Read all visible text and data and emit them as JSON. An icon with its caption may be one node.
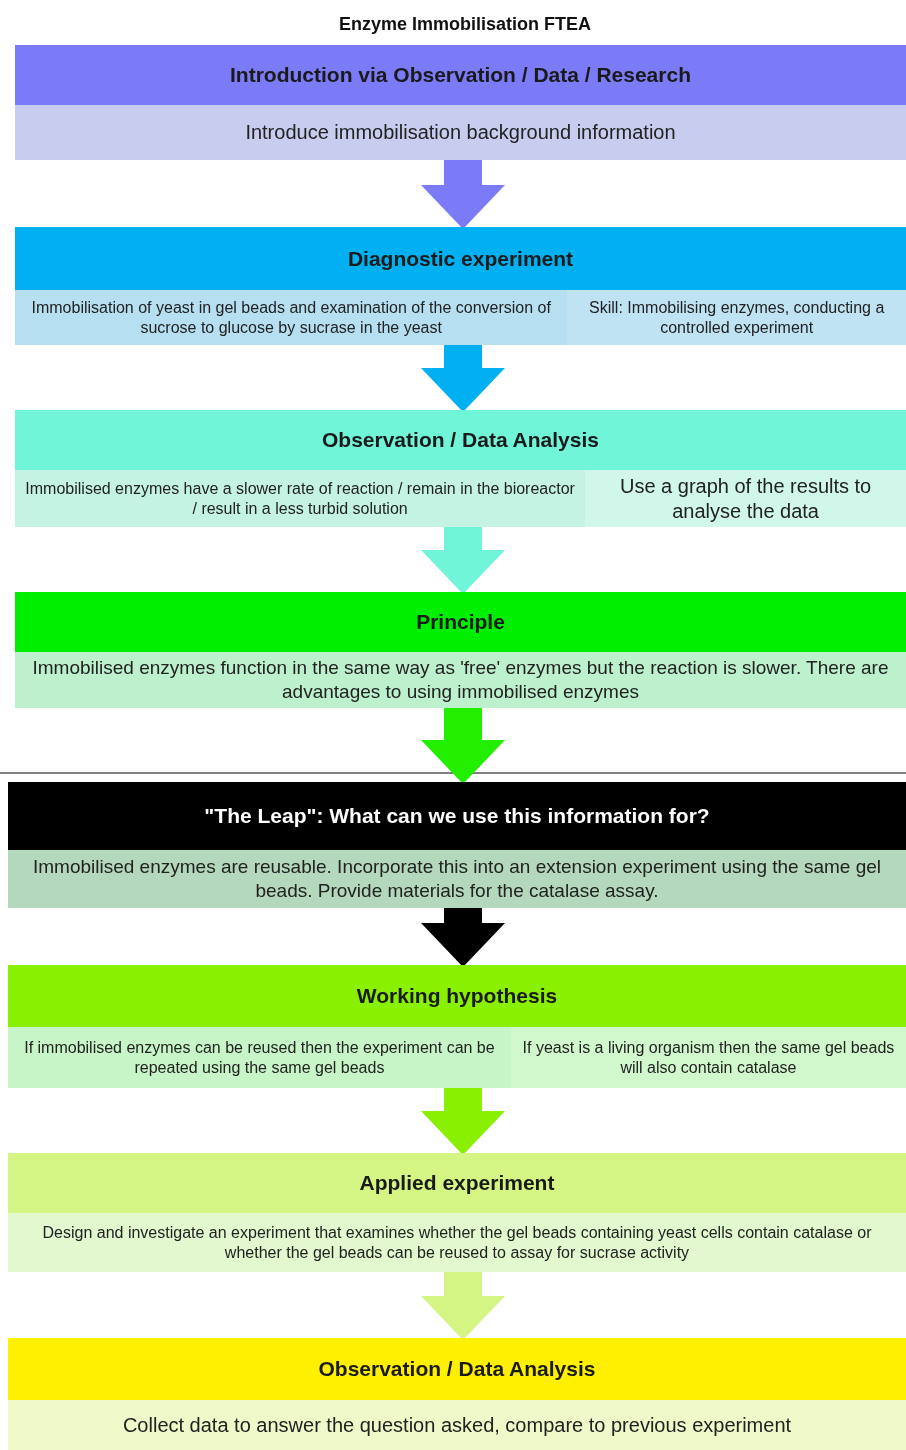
{
  "diagram": {
    "title": "Enzyme Immobilisation FTEA",
    "nodes": [
      {
        "text": [
          "Introduction via Observation / Data / Research",
          "Introduce immobilisation background information"
        ]
      },
      {
        "text": [
          "Diagnostic experiment",
          "Immobilisation of yeast in gel beads and examination of the conversion of sucrose to glucose by sucrase in the yeast",
          "Skill: Immobilising enzymes, conducting a controlled experiment"
        ]
      },
      {
        "text": [
          "Observation / Data Analysis",
          "Immobilised enzymes have a slower rate of reaction / remain in the bioreactor / result in a less turbid solution",
          "Use a graph of the results to analyse the data"
        ]
      },
      {
        "text": [
          "Principle",
          "Immobilised enzymes function in the same way as 'free' enzymes but the reaction is slower. There are advantages to using immobilised enzymes"
        ]
      },
      {
        "text": [
          "\"The Leap\": What can we use this information for?",
          "Immobilised enzymes are reusable. Incorporate this into an extension experiment using the same gel beads. Provide materials for the catalase assay."
        ]
      },
      {
        "text": [
          "Working hypothesis",
          "If immobilised enzymes can be reused then the experiment can be repeated using the same gel beads",
          "If yeast is a living organism then the same gel beads will also contain catalase"
        ]
      },
      {
        "text": [
          "Applied experiment",
          "Design and investigate an experiment that examines whether the gel beads containing yeast cells contain catalase or whether the gel beads can be reused to assay for sucrase activity"
        ]
      },
      {
        "text": [
          "Observation / Data Analysis",
          "Collect data to answer the question asked, compare to previous experiment"
        ]
      }
    ],
    "edges": [
      {
        "from": 0,
        "to": 1,
        "arrow": "to",
        "color": "#7b7bf7"
      },
      {
        "from": 1,
        "to": 2,
        "arrow": "to",
        "color": "#00b0f0"
      },
      {
        "from": 2,
        "to": 3,
        "arrow": "to",
        "color": "#70f5d8"
      },
      {
        "from": 3,
        "to": 4,
        "arrow": "to",
        "color": "#22ee00"
      },
      {
        "from": 4,
        "to": 5,
        "arrow": "to",
        "color": "#000000"
      },
      {
        "from": 5,
        "to": 6,
        "arrow": "to",
        "color": "#88f000"
      },
      {
        "from": 6,
        "to": 7,
        "arrow": "to",
        "color": "#d4f583"
      }
    ]
  }
}
